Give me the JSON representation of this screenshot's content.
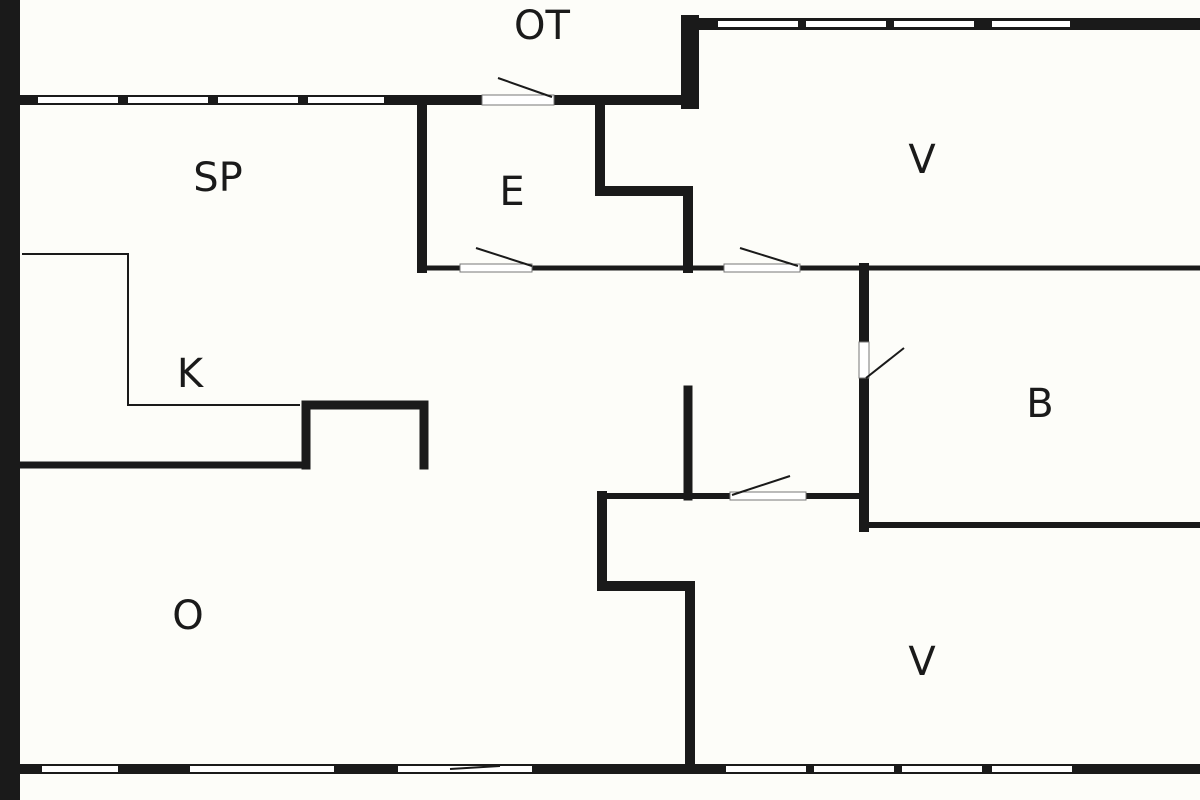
{
  "floor_plan": {
    "rooms": {
      "ot": {
        "label": "OT"
      },
      "sp": {
        "label": "SP"
      },
      "e": {
        "label": "E"
      },
      "v_top": {
        "label": "V"
      },
      "k": {
        "label": "K"
      },
      "b": {
        "label": "B"
      },
      "o": {
        "label": "O"
      },
      "v_bottom": {
        "label": "V"
      }
    },
    "colors": {
      "background": "#fdfdf9",
      "wall": "#1a1a1a",
      "window": "#ffffff"
    }
  }
}
